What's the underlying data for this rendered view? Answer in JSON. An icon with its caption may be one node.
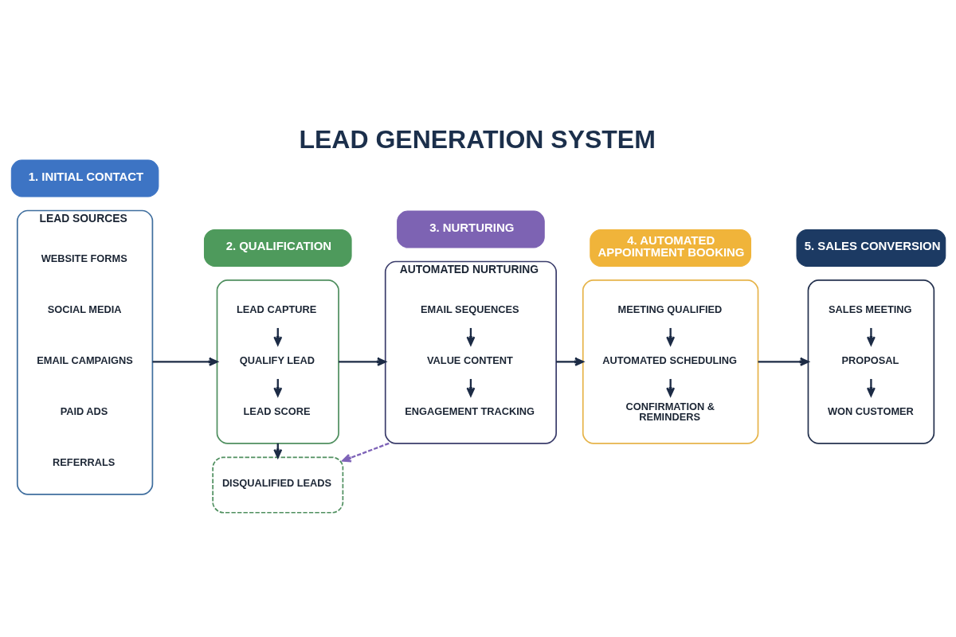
{
  "diagram": {
    "title": "LEAD GENERATION SYSTEM",
    "nodes": [
      {
        "text": [
          "1. INITIAL CONTACT"
        ]
      },
      {
        "text": [
          "2. QUALIFICATION"
        ]
      },
      {
        "text": [
          "3. NURTURING"
        ]
      },
      {
        "text": [
          "4. AUTOMATED APPOINTMENT BOOKING"
        ]
      },
      {
        "text": [
          "5. SALES CONVERSION"
        ]
      },
      {
        "text": [
          "LEAD SOURCES"
        ]
      },
      {
        "text": [
          "WEBSITE FORMS"
        ],
        "in": 5
      },
      {
        "text": [
          "SOCIAL MEDIA"
        ],
        "in": 5
      },
      {
        "text": [
          "EMAIL CAMPAIGNS"
        ],
        "in": 5
      },
      {
        "text": [
          "PAID ADS"
        ],
        "in": 5
      },
      {
        "text": [
          "REFERRALS"
        ],
        "in": 5
      },
      {
        "text": [],
        "shape": "box"
      },
      {
        "text": [
          "LEAD CAPTURE"
        ],
        "in": 11
      },
      {
        "text": [
          "QUALIFY LEAD"
        ],
        "in": 11
      },
      {
        "text": [
          "LEAD SCORE"
        ],
        "in": 11
      },
      {
        "text": [
          "AUTOMATED NURTURING"
        ]
      },
      {
        "text": [
          "EMAIL SEQUENCES"
        ],
        "in": 15
      },
      {
        "text": [
          "VALUE CONTENT"
        ],
        "in": 15
      },
      {
        "text": [
          "ENGAGEMENT TRACKING"
        ],
        "in": 15
      },
      {
        "text": [],
        "shape": "box"
      },
      {
        "text": [
          "MEETING QUALIFIED"
        ],
        "in": 19
      },
      {
        "text": [
          "AUTOMATED SCHEDULING"
        ],
        "in": 19
      },
      {
        "text": [
          "CONFIRMATION & REMINDERS"
        ],
        "in": 19
      },
      {
        "text": [],
        "shape": "box"
      },
      {
        "text": [
          "SALES MEETING"
        ],
        "in": 23
      },
      {
        "text": [
          "PROPOSAL"
        ],
        "in": 23
      },
      {
        "text": [
          "WON CUSTOMER"
        ],
        "in": 23
      },
      {
        "text": [
          "DISQUALIFIED LEADS"
        ]
      }
    ],
    "edges": [
      {
        "from": 5,
        "to": 11,
        "arrow": "to"
      },
      {
        "from": 12,
        "to": 13,
        "arrow": "to"
      },
      {
        "from": 13,
        "to": 14,
        "arrow": "to"
      },
      {
        "from": 11,
        "to": 15,
        "arrow": "to"
      },
      {
        "from": 16,
        "to": 17,
        "arrow": "to"
      },
      {
        "from": 17,
        "to": 18,
        "arrow": "to"
      },
      {
        "from": 15,
        "to": 19,
        "arrow": "to"
      },
      {
        "from": 20,
        "to": 21,
        "arrow": "to"
      },
      {
        "from": 21,
        "to": 22,
        "arrow": "to"
      },
      {
        "from": 19,
        "to": 23,
        "arrow": "to"
      },
      {
        "from": 24,
        "to": 25,
        "arrow": "to"
      },
      {
        "from": 25,
        "to": 26,
        "arrow": "to"
      },
      {
        "from": 11,
        "to": 27,
        "arrow": "to"
      },
      {
        "from": 15,
        "to": 27,
        "arrow": "to",
        "style": "dashed",
        "color": "#7e63b8"
      }
    ]
  }
}
